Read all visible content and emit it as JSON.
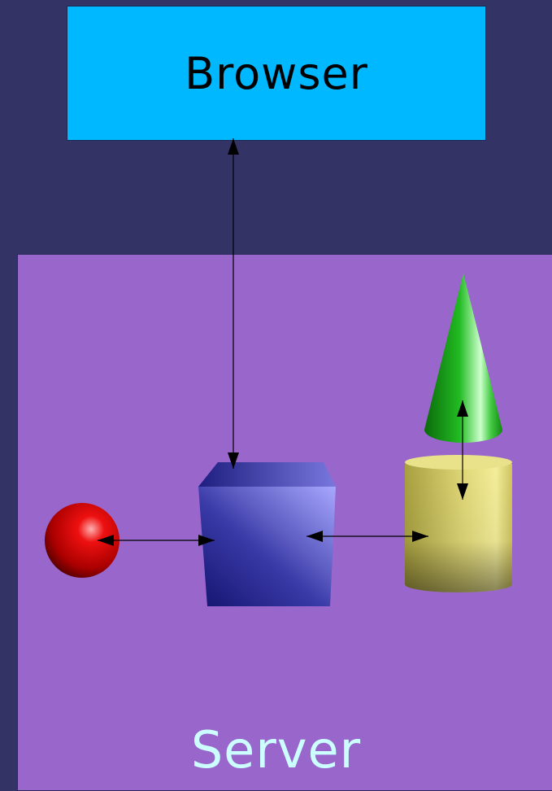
{
  "browser": {
    "label": "Browser"
  },
  "server": {
    "label": "Server"
  },
  "colors": {
    "background": "#333366",
    "browser_fill": "#00b8ff",
    "server_fill": "#9966cc",
    "server_text": "#ccffff",
    "sphere": "#dd0000",
    "cube": "#3333aa",
    "cylinder": "#d8d070",
    "cone": "#22bb22"
  },
  "shapes": [
    "red-sphere",
    "blue-cube",
    "yellow-cylinder",
    "green-cone"
  ],
  "connections": [
    {
      "from": "browser",
      "to": "blue-cube",
      "direction": "bidirectional"
    },
    {
      "from": "red-sphere",
      "to": "blue-cube",
      "direction": "bidirectional"
    },
    {
      "from": "blue-cube",
      "to": "yellow-cylinder",
      "direction": "bidirectional"
    },
    {
      "from": "yellow-cylinder",
      "to": "green-cone",
      "direction": "bidirectional"
    }
  ]
}
